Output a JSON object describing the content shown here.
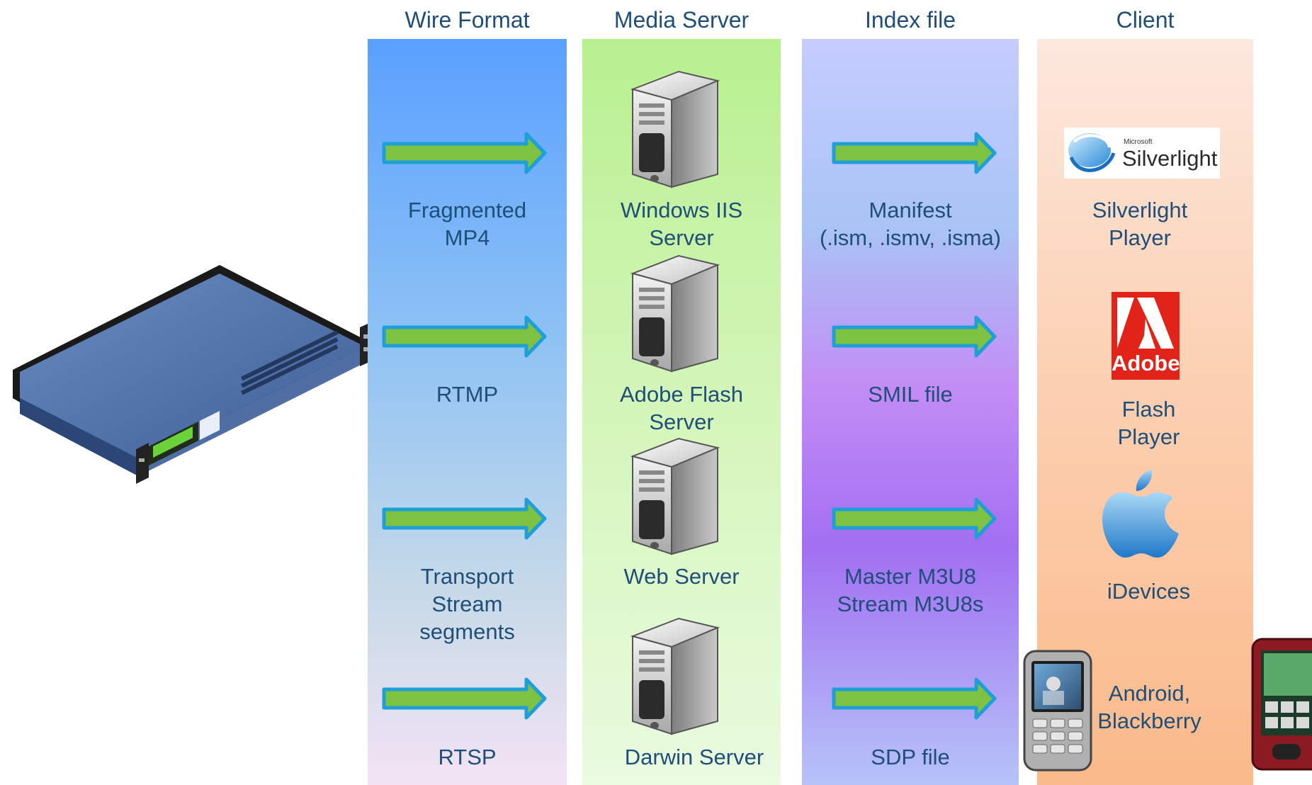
{
  "headers": {
    "wire_format": "Wire Format",
    "media_server": "Media Server",
    "index_file": "Index file",
    "client": "Client"
  },
  "rows": [
    {
      "wire": [
        "Fragmented",
        "MP4"
      ],
      "server": [
        "Windows IIS",
        "Server"
      ],
      "index": [
        "Manifest",
        "(.ism, .ismv, .isma)"
      ],
      "client": [
        "Silverlight",
        "Player"
      ]
    },
    {
      "wire": [
        "RTMP"
      ],
      "server": [
        "Adobe Flash",
        "Server"
      ],
      "index": [
        "SMIL file"
      ],
      "client": [
        "Flash",
        "Player"
      ]
    },
    {
      "wire": [
        "Transport",
        "Stream",
        "segments"
      ],
      "server": [
        "Web Server"
      ],
      "index": [
        "Master M3U8",
        "Stream M3U8s"
      ],
      "client": [
        "iDevices"
      ]
    },
    {
      "wire": [
        "RTSP"
      ],
      "server": [
        "Darwin Server"
      ],
      "index": [
        "SDP file"
      ],
      "client": [
        "Android,",
        "Blackberry"
      ]
    }
  ],
  "logos": {
    "silverlight_small": "Microsoft",
    "silverlight_big": "Silverlight",
    "adobe": "Adobe"
  },
  "colors": {
    "text": "#1f4e79",
    "arrow_fill": "#7ec242",
    "arrow_stroke": "#1e9fd8"
  }
}
